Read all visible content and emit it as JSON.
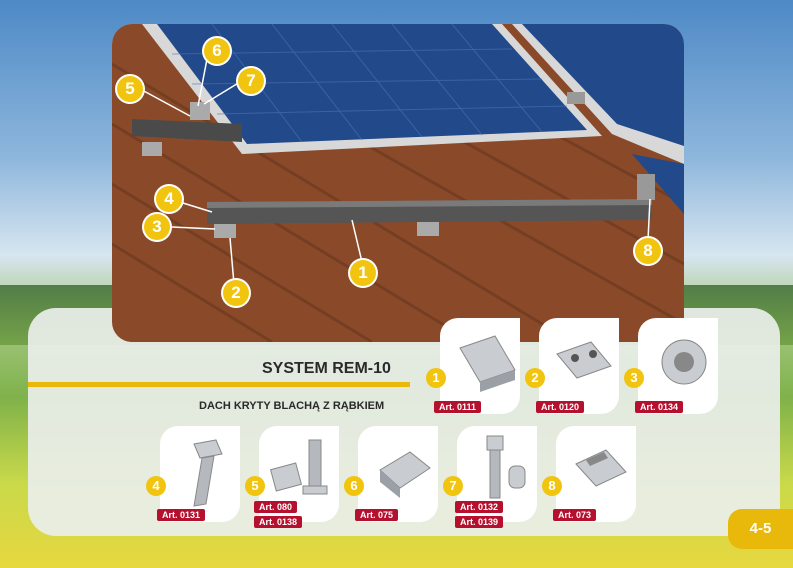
{
  "title": "SYSTEM REM-10",
  "subtitle": "DACH KRYTY BLACHĄ Z RĄBKIEM",
  "page_number": "4-5",
  "accent_color": "#e8b90b",
  "tag_color": "#b5102e",
  "callouts": [
    "1",
    "2",
    "3",
    "4",
    "5",
    "6",
    "7",
    "8"
  ],
  "parts": [
    {
      "num": "1",
      "arts": [
        "Art. 0111"
      ]
    },
    {
      "num": "2",
      "arts": [
        "Art. 0120"
      ]
    },
    {
      "num": "3",
      "arts": [
        "Art. 0134"
      ]
    },
    {
      "num": "4",
      "arts": [
        "Art. 0131"
      ]
    },
    {
      "num": "5",
      "arts": [
        "Art. 080",
        "Art. 0138"
      ]
    },
    {
      "num": "6",
      "arts": [
        "Art. 075"
      ]
    },
    {
      "num": "7",
      "arts": [
        "Art. 0132",
        "Art. 0139"
      ]
    },
    {
      "num": "8",
      "arts": [
        "Art. 073"
      ]
    }
  ]
}
